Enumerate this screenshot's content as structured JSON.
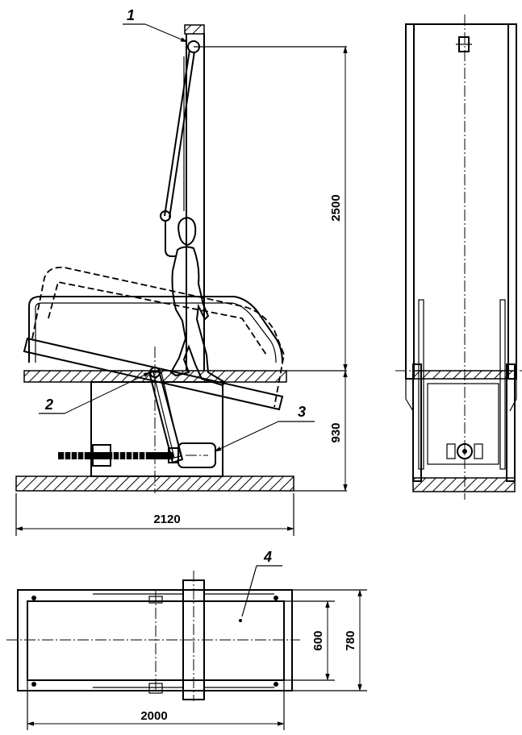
{
  "callouts": {
    "c1": "1",
    "c2": "2",
    "c3": "3",
    "c4": "4"
  },
  "dimensions": {
    "height_mast": "2500",
    "height_platform": "930",
    "base_length": "2120",
    "plan_length": "2000",
    "plan_inner_width": "600",
    "plan_outer_width": "780"
  }
}
